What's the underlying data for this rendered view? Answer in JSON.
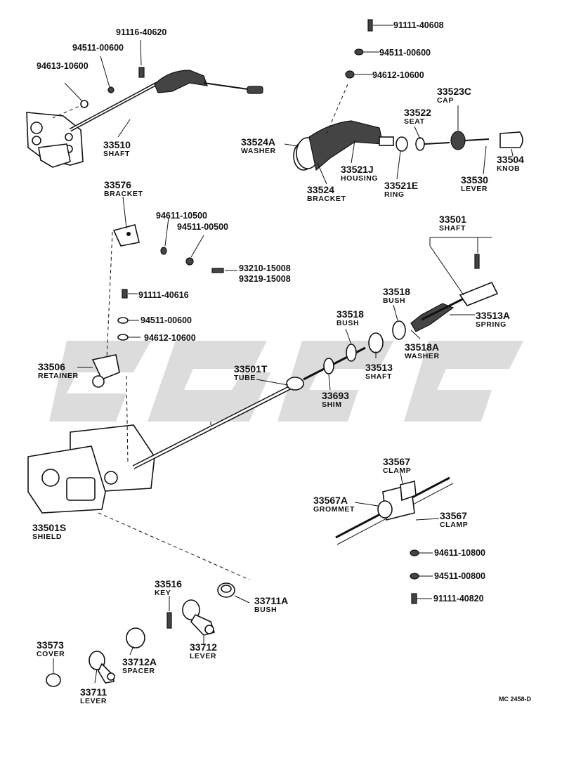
{
  "diagram": {
    "parts": [
      {
        "number": "91116-40620",
        "name": ""
      },
      {
        "number": "94511-00600",
        "name": ""
      },
      {
        "number": "94613-10600",
        "name": ""
      },
      {
        "number": "33510",
        "name": "SHAFT"
      },
      {
        "number": "91111-40608",
        "name": ""
      },
      {
        "number": "94511-00600",
        "name": ""
      },
      {
        "number": "94612-10600",
        "name": ""
      },
      {
        "number": "33523C",
        "name": "CAP"
      },
      {
        "number": "33522",
        "name": "SEAT"
      },
      {
        "number": "33524A",
        "name": "WASHER"
      },
      {
        "number": "33521J",
        "name": "HOUSING"
      },
      {
        "number": "33504",
        "name": "KNOB"
      },
      {
        "number": "33524",
        "name": "BRACKET"
      },
      {
        "number": "33521E",
        "name": "RING"
      },
      {
        "number": "33530",
        "name": "LEVER"
      },
      {
        "number": "33576",
        "name": "BRACKET"
      },
      {
        "number": "94611-10500",
        "name": ""
      },
      {
        "number": "94511-00500",
        "name": ""
      },
      {
        "number": "93210-15008",
        "name": ""
      },
      {
        "number": "93219-15008",
        "name": ""
      },
      {
        "number": "33501",
        "name": "SHAFT"
      },
      {
        "number": "91111-40616",
        "name": ""
      },
      {
        "number": "33518",
        "name": "BUSH"
      },
      {
        "number": "33518",
        "name": "BUSH"
      },
      {
        "number": "33513A",
        "name": "SPRING"
      },
      {
        "number": "94511-00600",
        "name": ""
      },
      {
        "number": "94612-10600",
        "name": ""
      },
      {
        "number": "33518A",
        "name": "WASHER"
      },
      {
        "number": "33506",
        "name": "RETAINER"
      },
      {
        "number": "33501T",
        "name": "TUBE"
      },
      {
        "number": "33513",
        "name": "SHAFT"
      },
      {
        "number": "33693",
        "name": "SHIM"
      },
      {
        "number": "33567",
        "name": "CLAMP"
      },
      {
        "number": "33567A",
        "name": "GROMMET"
      },
      {
        "number": "33567",
        "name": "CLAMP"
      },
      {
        "number": "33501S",
        "name": "SHIELD"
      },
      {
        "number": "94611-10800",
        "name": ""
      },
      {
        "number": "94511-00800",
        "name": ""
      },
      {
        "number": "91111-40820",
        "name": ""
      },
      {
        "number": "33516",
        "name": "KEY"
      },
      {
        "number": "33711A",
        "name": "BUSH"
      },
      {
        "number": "33712",
        "name": "LEVER"
      },
      {
        "number": "33573",
        "name": "COVER"
      },
      {
        "number": "33712A",
        "name": "SPACER"
      },
      {
        "number": "33711",
        "name": "LEVER"
      }
    ],
    "diagram_code": "MC 2458-D"
  }
}
